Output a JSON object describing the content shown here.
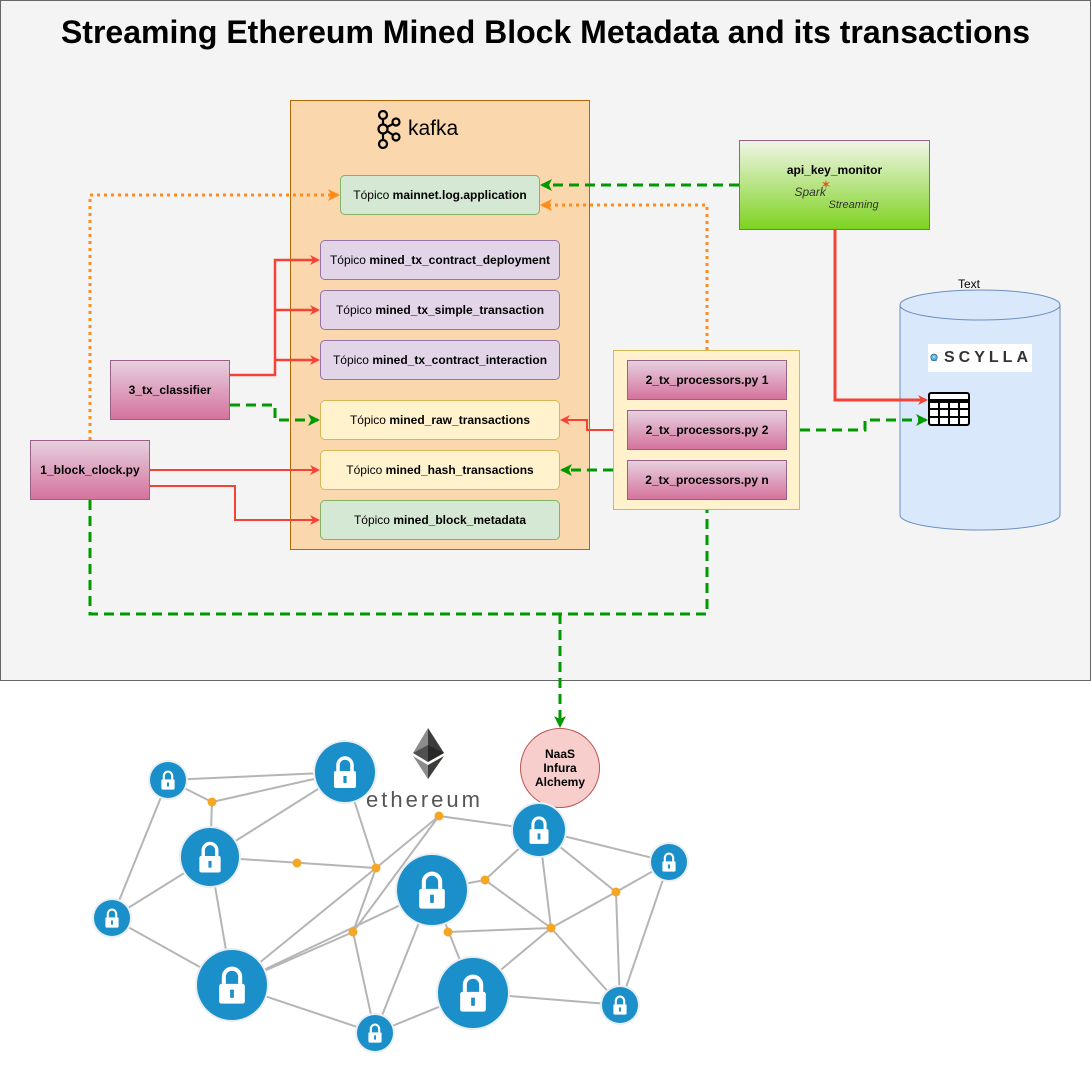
{
  "title": "Streaming Ethereum Mined Block Metadata and its transactions",
  "kafka": {
    "logo_text": "kafka"
  },
  "topics": {
    "prefix": "Tópico",
    "mainnet_log": "mainnet.log.application",
    "contract_deployment": "mined_tx_contract_deployment",
    "simple_transaction": "mined_tx_simple_transaction",
    "contract_interaction": "mined_tx_contract_interaction",
    "raw_transactions": "mined_raw_transactions",
    "hash_transactions": "mined_hash_transactions",
    "block_metadata": "mined_block_metadata"
  },
  "nodes": {
    "classifier": "3_tx_classifier",
    "block_clock": "1_block_clock.py",
    "api_key_monitor": "api_key_monitor",
    "spark_text": "Spark",
    "streaming_text": "Streaming",
    "processors": [
      "2_tx_processors.py 1",
      "2_tx_processors.py 2",
      "2_tx_processors.py n"
    ]
  },
  "scylla": {
    "label": "Text",
    "logo_text": "SCYLLA"
  },
  "naas": {
    "line1": "NaaS",
    "line2": "Infura",
    "line3": "Alchemy"
  },
  "ethereum": {
    "word": "ethereum"
  },
  "colors": {
    "red": "#f44336",
    "green": "#009900",
    "orange": "#ff8c1a",
    "network_blue": "#1a8fc9"
  }
}
